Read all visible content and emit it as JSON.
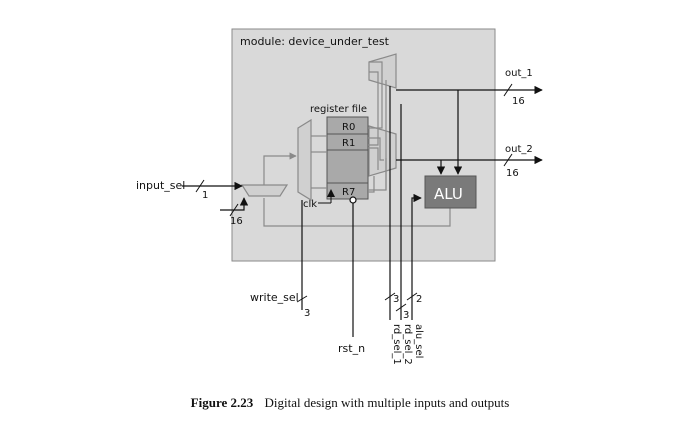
{
  "module": {
    "title": "module: device_under_test"
  },
  "register_file": {
    "title": "register file",
    "registers": [
      "R0",
      "R1",
      "R7"
    ],
    "clock_label": "clk"
  },
  "alu": {
    "label": "ALU"
  },
  "inputs": {
    "input_sel": {
      "name": "input_sel",
      "width": "1"
    },
    "data_in": {
      "width": "16"
    },
    "write_sel": {
      "name": "write_sel",
      "width": "3"
    },
    "rst_n": {
      "name": "rst_n"
    },
    "rd_sel_1": {
      "name": "rd_sel_1",
      "width": "3"
    },
    "rd_sel_2": {
      "name": "rd_sel_2",
      "width": "3"
    },
    "alu_sel": {
      "name": "alu_sel",
      "width": "2"
    }
  },
  "outputs": {
    "out_1": {
      "name": "out_1",
      "width": "16"
    },
    "out_2": {
      "name": "out_2",
      "width": "16"
    }
  },
  "caption": {
    "number": "Figure 2.23",
    "text": "Digital design with multiple inputs and outputs"
  },
  "colors": {
    "module_fill": "#d9d9d9",
    "alu_fill": "#7a7a7a",
    "register_fill": "#a9a9a9",
    "wire": "#111111",
    "internal_wire": "#8a8a8a"
  }
}
